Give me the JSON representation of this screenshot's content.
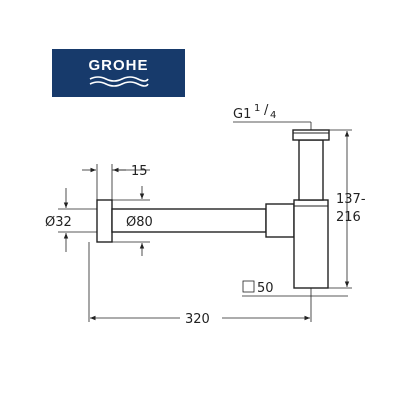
{
  "logo": {
    "text": "GROHE",
    "background": "#173a6b",
    "foreground": "#ffffff"
  },
  "dimensions": {
    "thread": "G1",
    "thread_frac_num": "1",
    "thread_frac_den": "4",
    "height_line1": "137-",
    "height_line2": "216",
    "flange_depth": "15",
    "wall_pipe_dia": "Ø32",
    "rosette_dia": "Ø80",
    "square_size": "50",
    "length": "320"
  }
}
